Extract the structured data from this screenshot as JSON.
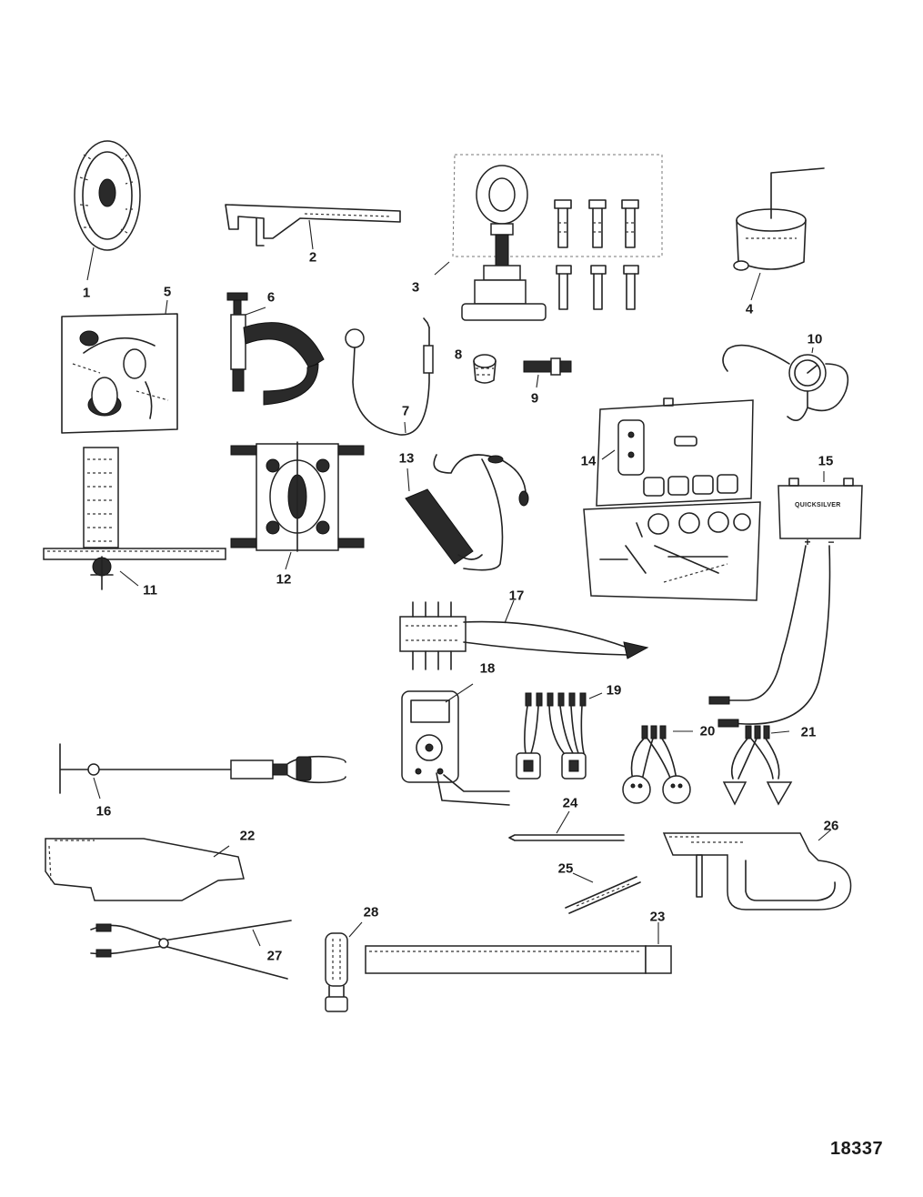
{
  "diagram": {
    "callouts": [
      {
        "id": "1",
        "label": "1"
      },
      {
        "id": "2",
        "label": "2"
      },
      {
        "id": "3",
        "label": "3"
      },
      {
        "id": "4",
        "label": "4"
      },
      {
        "id": "5",
        "label": "5"
      },
      {
        "id": "6",
        "label": "6"
      },
      {
        "id": "7",
        "label": "7"
      },
      {
        "id": "8",
        "label": "8"
      },
      {
        "id": "9",
        "label": "9"
      },
      {
        "id": "10",
        "label": "10"
      },
      {
        "id": "11",
        "label": "11"
      },
      {
        "id": "12",
        "label": "12"
      },
      {
        "id": "13",
        "label": "13"
      },
      {
        "id": "14",
        "label": "14"
      },
      {
        "id": "15",
        "label": "15"
      },
      {
        "id": "16",
        "label": "16"
      },
      {
        "id": "17",
        "label": "17"
      },
      {
        "id": "18",
        "label": "18"
      },
      {
        "id": "19",
        "label": "19"
      },
      {
        "id": "20",
        "label": "20"
      },
      {
        "id": "21",
        "label": "21"
      },
      {
        "id": "22",
        "label": "22"
      },
      {
        "id": "23",
        "label": "23"
      },
      {
        "id": "24",
        "label": "24"
      },
      {
        "id": "25",
        "label": "25"
      },
      {
        "id": "26",
        "label": "26"
      },
      {
        "id": "27",
        "label": "27"
      },
      {
        "id": "28",
        "label": "28"
      }
    ],
    "brand_label": "QUICKSILVER",
    "terminal_plus": "+",
    "terminal_minus": "−",
    "figure_number": "18337"
  }
}
